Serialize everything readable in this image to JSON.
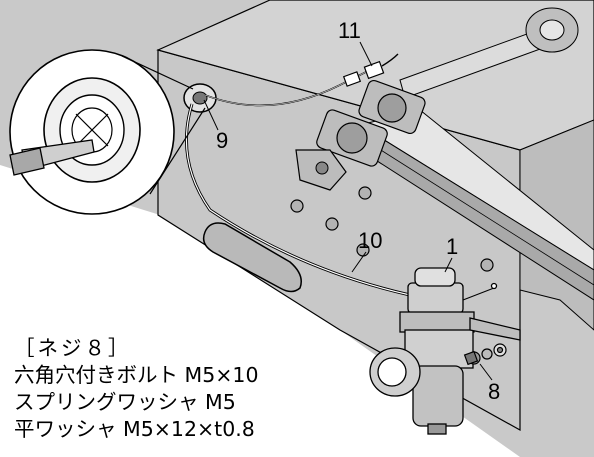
{
  "callouts": {
    "part_1": "1",
    "part_8": "8",
    "part_9": "9",
    "part_10": "10",
    "part_11": "11"
  },
  "spec": {
    "title": "［ネジ８］",
    "line_1": "六角穴付きボルト M5×10",
    "line_2": "スプリングワッシャ M5",
    "line_3": "平ワッシャ M5×12×t0.8"
  },
  "colors": {
    "panel": "#c8c8c8",
    "panel_light": "#d9d9d9",
    "line": "#000000"
  }
}
